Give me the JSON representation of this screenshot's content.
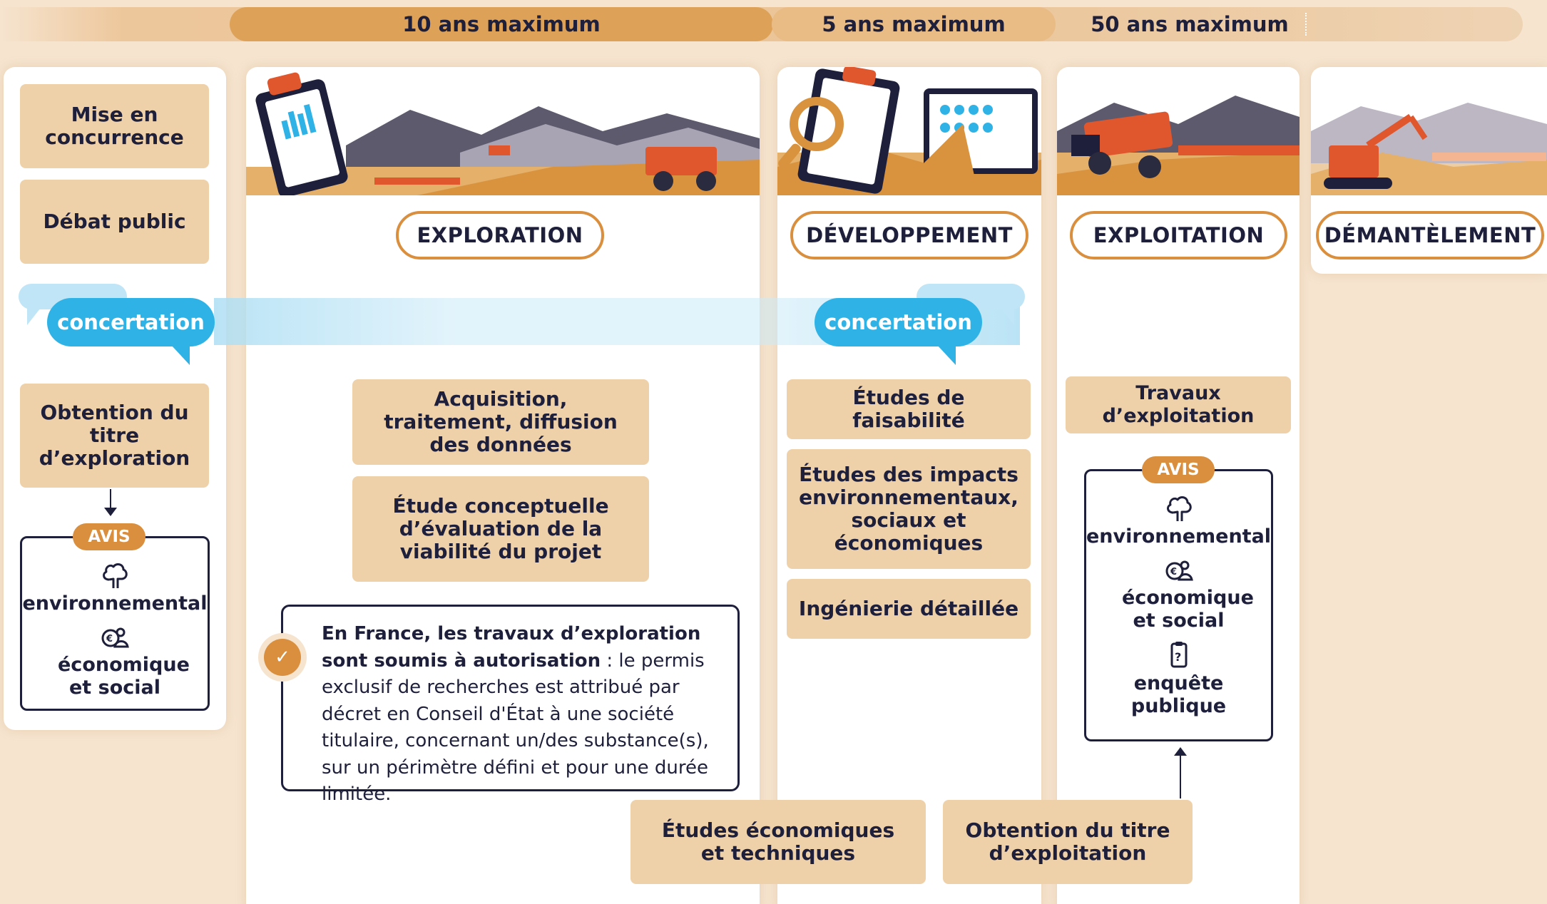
{
  "timeline": {
    "segments": [
      "10 ans maximum",
      "5 ans maximum",
      "50 ans maximum"
    ]
  },
  "pre_phase": {
    "steps": [
      "Mise en concurrence",
      "Débat public",
      "Obtention du titre d’exploration"
    ],
    "avis": {
      "badge": "AVIS",
      "items": [
        "environnemental",
        "économique et social"
      ]
    }
  },
  "concertation": {
    "label_left": "concertation",
    "label_right": "concertation"
  },
  "phases": {
    "exploration": {
      "label": "EXPLORATION",
      "steps": [
        "Acquisition, traitement, diffusion des données",
        "Étude conceptuelle d’évaluation de la viabilité du projet"
      ]
    },
    "developpement": {
      "label": "DÉVELOPPEMENT",
      "steps": [
        "Études de faisabilité",
        "Études des impacts environnementaux, sociaux et économiques",
        "Ingénierie détaillée"
      ]
    },
    "exploitation": {
      "label": "EXPLOITATION",
      "steps": [
        "Travaux d’exploitation"
      ],
      "avis": {
        "badge": "AVIS",
        "items": [
          "environnemental",
          "économique et social",
          "enquête publique"
        ]
      }
    },
    "demantelement": {
      "label": "DÉMANTÈLEMENT"
    }
  },
  "info_card": {
    "bold": "En France, les travaux d’exploration sont soumis à autorisation",
    "text": " : le permis exclusif de recherches est attribué par décret en Conseil d'État à une société titulaire, concernant un/des substance(s), sur un périmètre défini et pour une durée limitée."
  },
  "bottom_steps": [
    "Études économiques et techniques",
    "Obtention du titre d’exploitation"
  ],
  "icons": {
    "environment": "tree-icon",
    "economy": "euro-people-icon",
    "survey": "clipboard-question-icon",
    "check": "check-icon"
  },
  "colors": {
    "accent_orange": "#D98F3E",
    "box_tan": "#EFD1A9",
    "concertation_blue": "#2FB3E6",
    "background": "#F6E4CF",
    "navy": "#1E1F3B"
  }
}
